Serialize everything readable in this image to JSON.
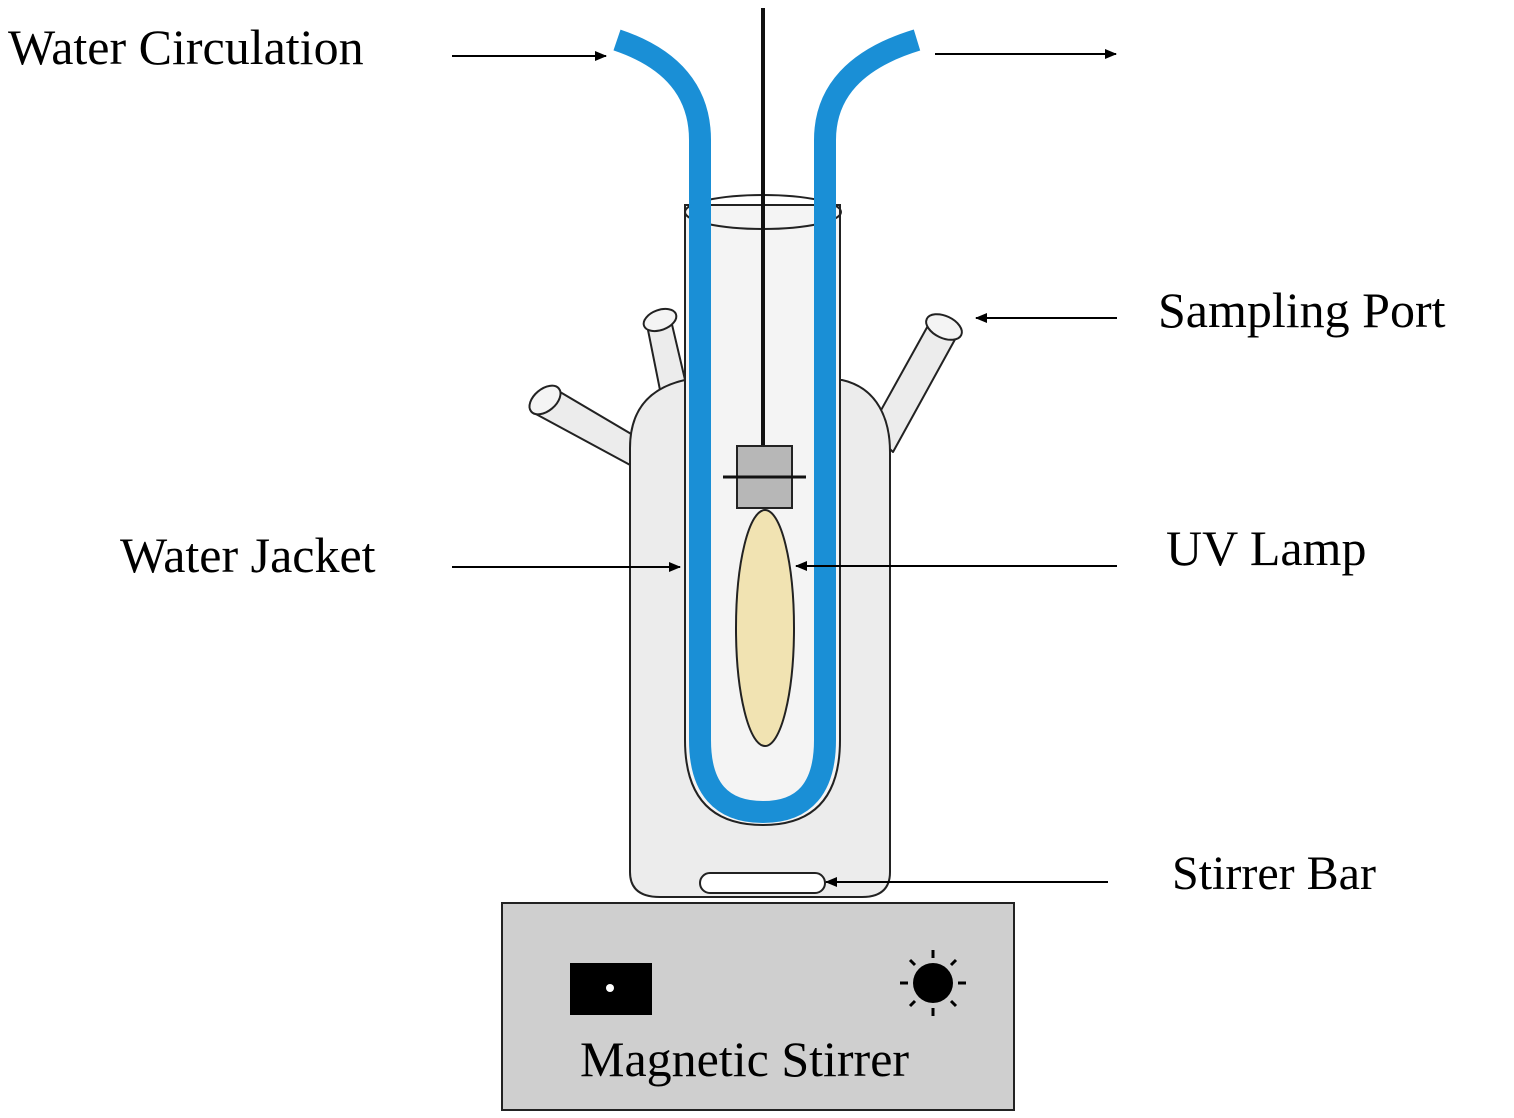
{
  "labels": {
    "water_circulation": "Water Circulation",
    "sampling_port": "Sampling Port",
    "water_jacket": "Water Jacket",
    "uv_lamp": "UV Lamp",
    "stirrer_bar": "Stirrer Bar",
    "magnetic_stirrer": "Magnetic Stirrer"
  },
  "colors": {
    "water_jacket": "#1a8fd6",
    "vessel": "#ececec",
    "lamp": "#f1e3b2",
    "lamp_holder": "#b7b7b7",
    "stirrer_base": "#cfcfcf"
  }
}
